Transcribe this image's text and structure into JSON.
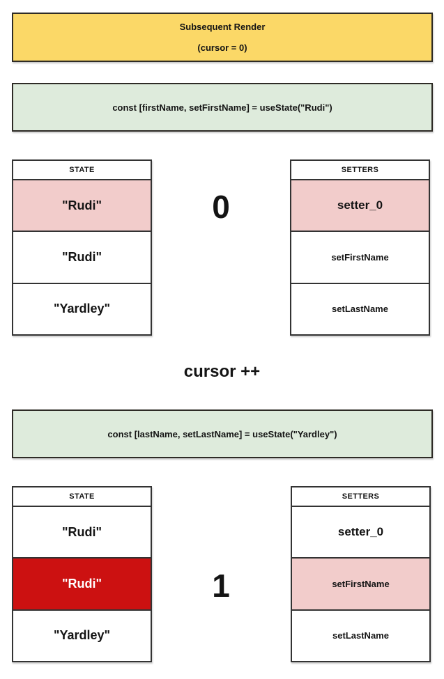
{
  "header_box": {
    "title": "Subsequent Render",
    "subtitle": "(cursor = 0)"
  },
  "between_label": "cursor ++",
  "colors": {
    "banner_yellow": "#fbd867",
    "banner_green": "#deebdc",
    "highlight_pink": "#f2cccb",
    "highlight_red": "#cc1111",
    "border": "#333333"
  },
  "sections": [
    {
      "code": "const [firstName, setFirstName] = useState(\"Rudi\")",
      "cursor_value": "0",
      "state": {
        "header": "STATE",
        "rows": [
          {
            "text": "\"Rudi\"",
            "highlight": "pink"
          },
          {
            "text": "\"Rudi\"",
            "highlight": "none"
          },
          {
            "text": "\"Yardley\"",
            "highlight": "none"
          }
        ]
      },
      "setters": {
        "header": "SETTERS",
        "rows": [
          {
            "text": "setter_0",
            "highlight": "pink"
          },
          {
            "text": "setFirstName",
            "highlight": "none"
          },
          {
            "text": "setLastName",
            "highlight": "none"
          }
        ]
      }
    },
    {
      "code": "const [lastName, setLastName] = useState(\"Yardley\")",
      "cursor_value": "1",
      "state": {
        "header": "STATE",
        "rows": [
          {
            "text": "\"Rudi\"",
            "highlight": "none"
          },
          {
            "text": "\"Rudi\"",
            "highlight": "red"
          },
          {
            "text": "\"Yardley\"",
            "highlight": "none"
          }
        ]
      },
      "setters": {
        "header": "SETTERS",
        "rows": [
          {
            "text": "setter_0",
            "highlight": "none"
          },
          {
            "text": "setFirstName",
            "highlight": "pink"
          },
          {
            "text": "setLastName",
            "highlight": "none"
          }
        ]
      }
    }
  ]
}
